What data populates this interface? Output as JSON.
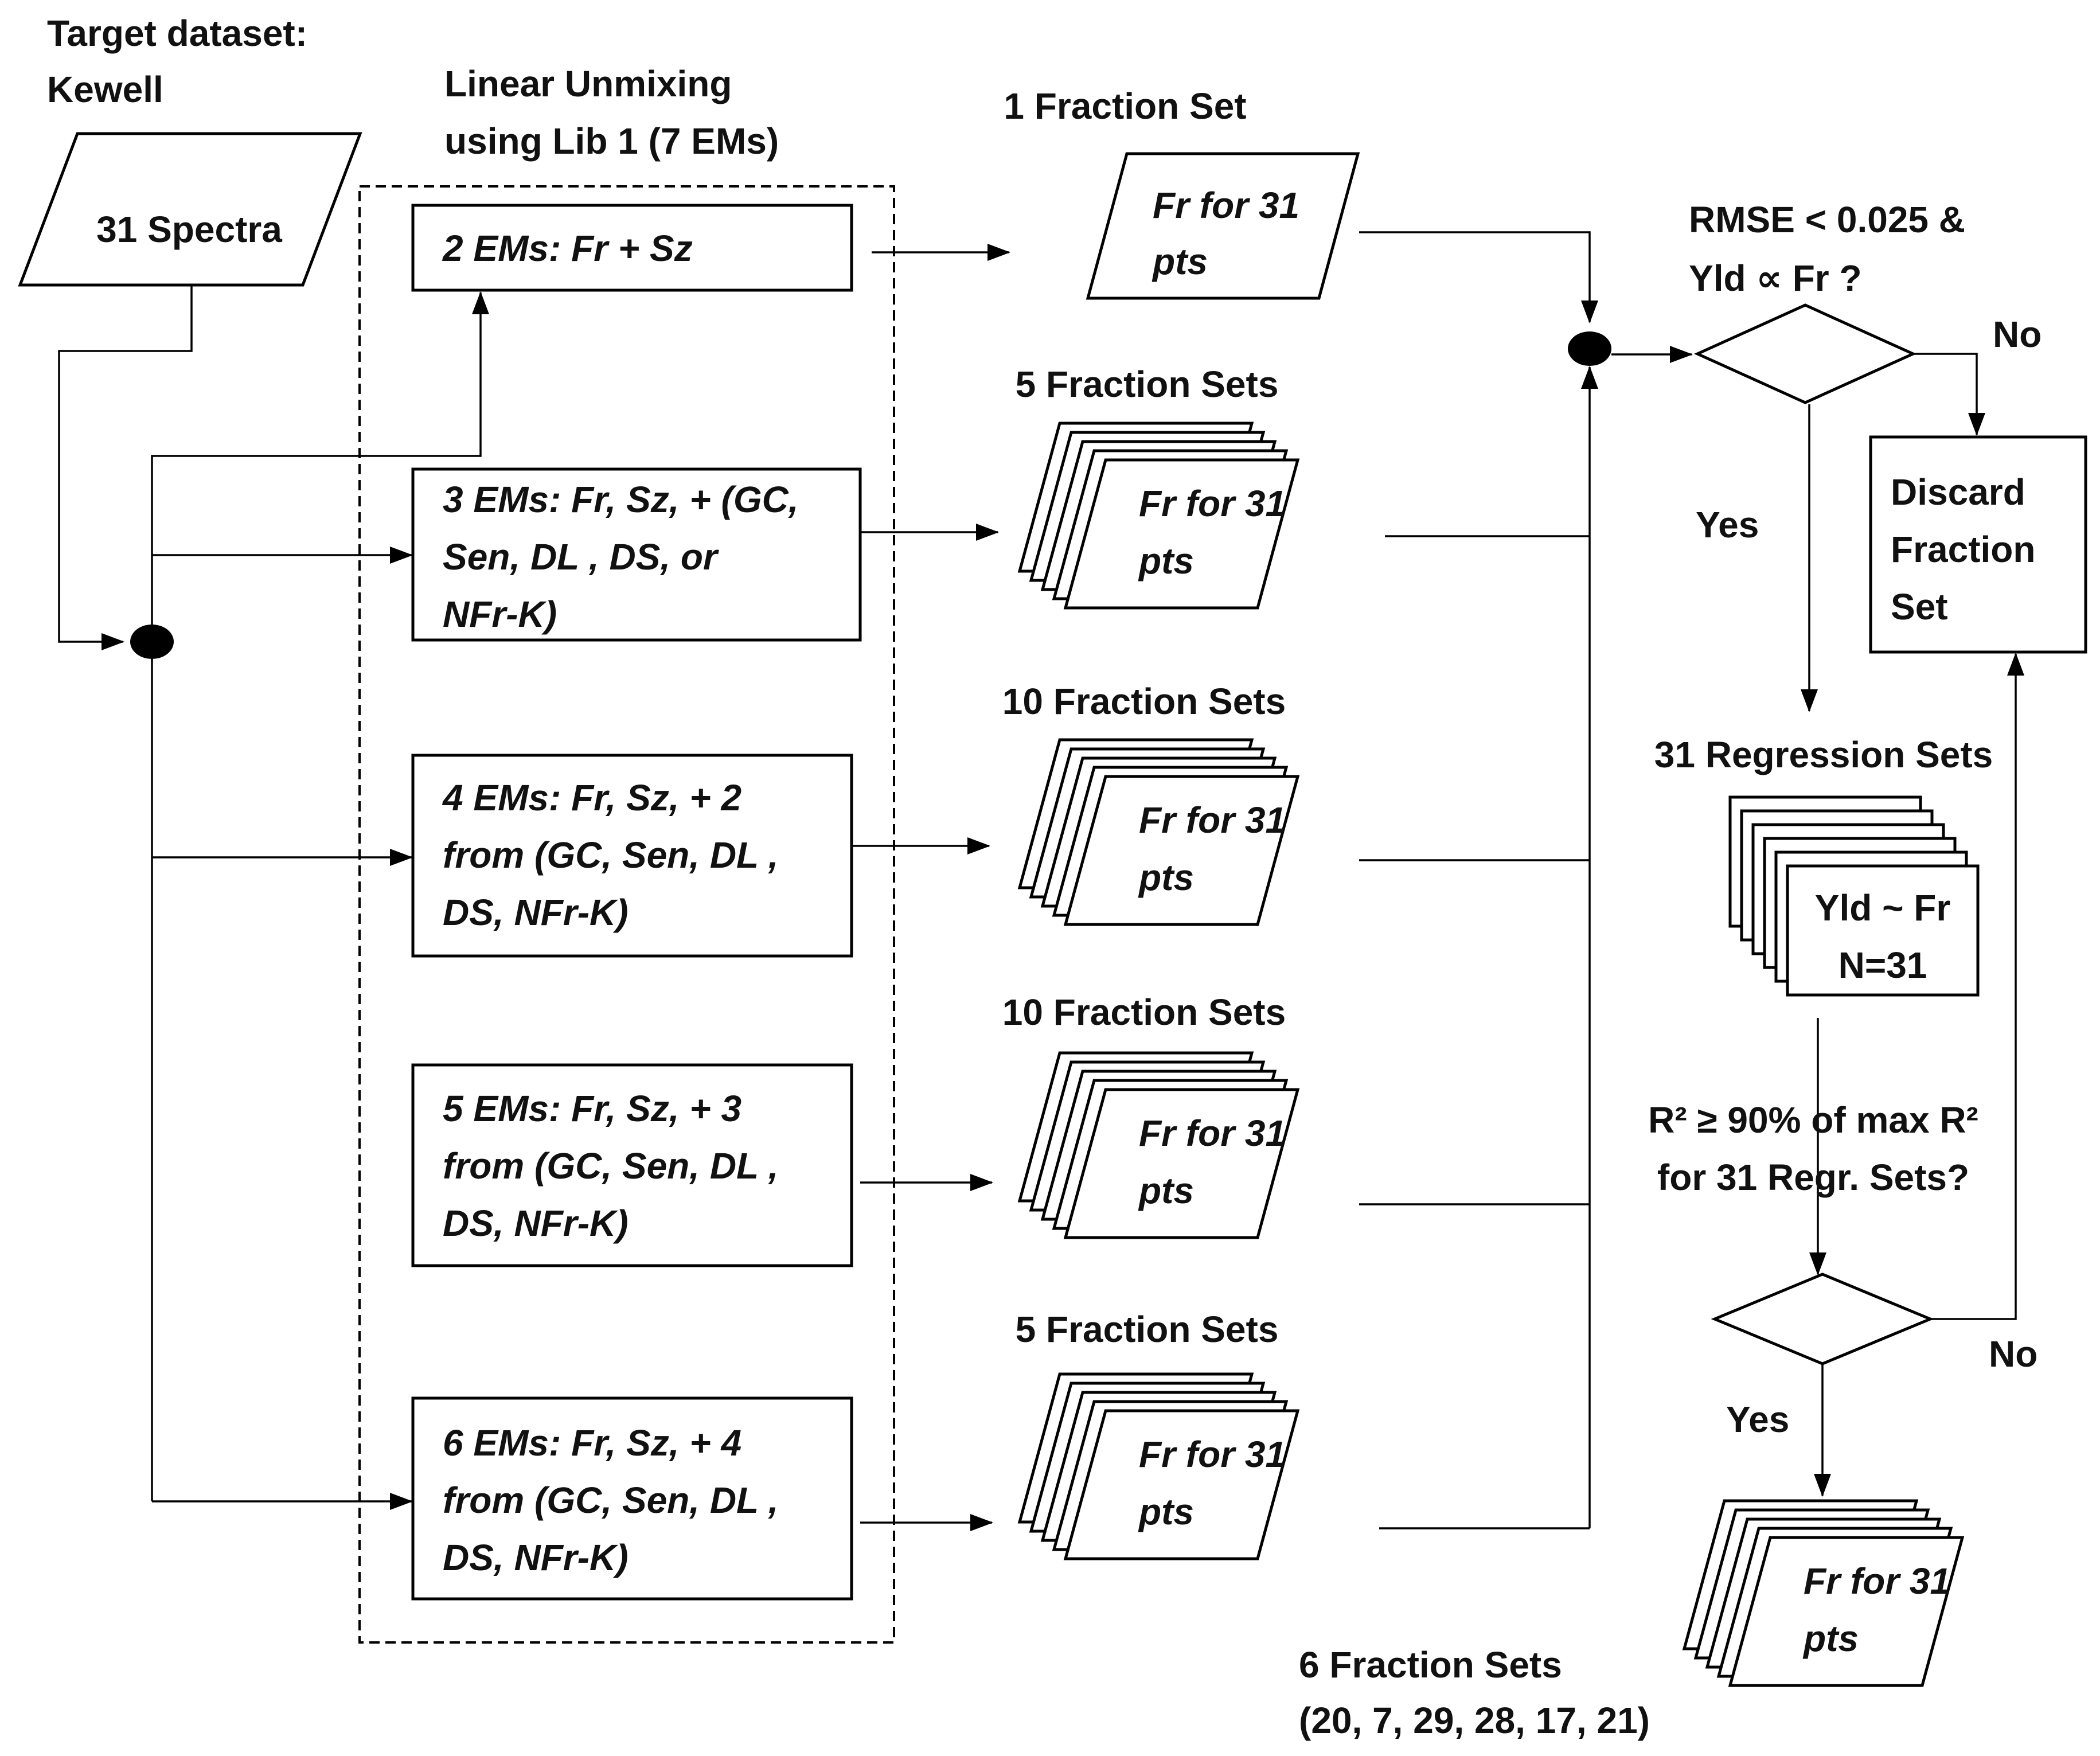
{
  "target": {
    "line1": "Target dataset:",
    "line2": "Kewell",
    "spectra": "31 Spectra"
  },
  "unmixing": {
    "title_line1": "Linear Unmixing",
    "title_line2": "using Lib 1 (7 EMs)"
  },
  "em_boxes": [
    {
      "lines": [
        "2 EMs: Fr + Sz"
      ]
    },
    {
      "lines": [
        "3 EMs: Fr, Sz, + (GC,",
        "Sen, DL , DS, or",
        "NFr-K)"
      ]
    },
    {
      "lines": [
        "4 EMs: Fr, Sz, + 2",
        "from (GC, Sen, DL ,",
        "DS, NFr-K)"
      ]
    },
    {
      "lines": [
        "5 EMs: Fr, Sz, + 3",
        "from (GC, Sen, DL ,",
        "DS, NFr-K)"
      ]
    },
    {
      "lines": [
        "6 EMs: Fr, Sz, + 4",
        "from (GC, Sen, DL ,",
        "DS, NFr-K)"
      ]
    }
  ],
  "fraction_groups": [
    {
      "label": "1 Fraction  Set"
    },
    {
      "label": "5 Fraction  Sets"
    },
    {
      "label": "10 Fraction  Sets"
    },
    {
      "label": "10 Fraction  Sets"
    },
    {
      "label": "5 Fraction  Sets"
    }
  ],
  "fraction_card": {
    "line1": "Fr for 31",
    "line2": "pts"
  },
  "decision1": {
    "line1": "RMSE < 0.025 &",
    "line2": "Yld ∝ Fr ?",
    "no": "No",
    "yes": "Yes"
  },
  "discard": {
    "lines": [
      "Discard",
      "Fraction",
      "Set"
    ]
  },
  "regression": {
    "label": "31 Regression Sets",
    "line1": "Yld ~ Fr",
    "line2": "N=31"
  },
  "decision2": {
    "line1": "R² ≥ 90% of max R²",
    "line2": "for 31 Regr. Sets?",
    "no": "No",
    "yes": "Yes"
  },
  "result": {
    "line1": "6 Fraction  Sets",
    "line2": "(20, 7, 29, 28, 17, 21)"
  },
  "colors": {
    "stroke": "#000000",
    "text": "#111111",
    "background": "#ffffff"
  }
}
